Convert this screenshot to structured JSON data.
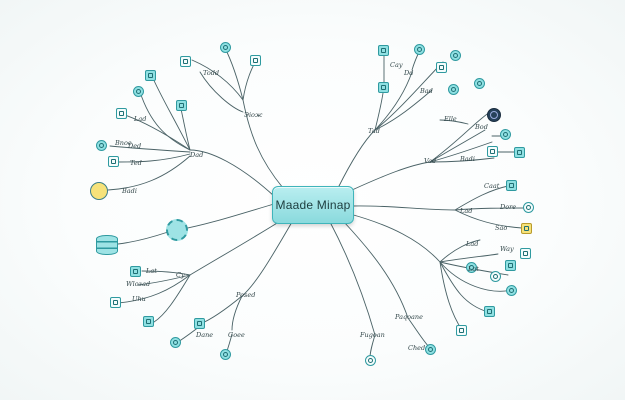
{
  "central_topic": "Maade Minap",
  "labels": {
    "ul_a": "Todd",
    "ul_b": "Эіож",
    "ul_c": "Lad",
    "ul_d": "Bnoe",
    "ul_e": "Ded",
    "ul_f": "Ted",
    "ul_g": "Dad",
    "ll_a": "Lat",
    "ll_b": "Cy",
    "ll_c": "Wlozad",
    "ll_d": "Uhu",
    "ll_e": "Dane",
    "ll_f": "Posed",
    "ll_g": "Goee",
    "ur_a": "Cay",
    "ur_b": "Dd",
    "ur_c": "Bad",
    "ur_d": "Elle",
    "ur_e": "Vad",
    "ur_f": "Bod",
    "ur_g": "Badi",
    "ur_h": "Tad",
    "r_a": "Caat",
    "r_b": "Lad",
    "r_c": "Dore",
    "r_d": "Sao",
    "r_e": "Lad",
    "r_f": "Way",
    "r_g": "Lat",
    "b_a": "Fugoan",
    "b_b": "Paqoane",
    "b_c": "Ched"
  }
}
